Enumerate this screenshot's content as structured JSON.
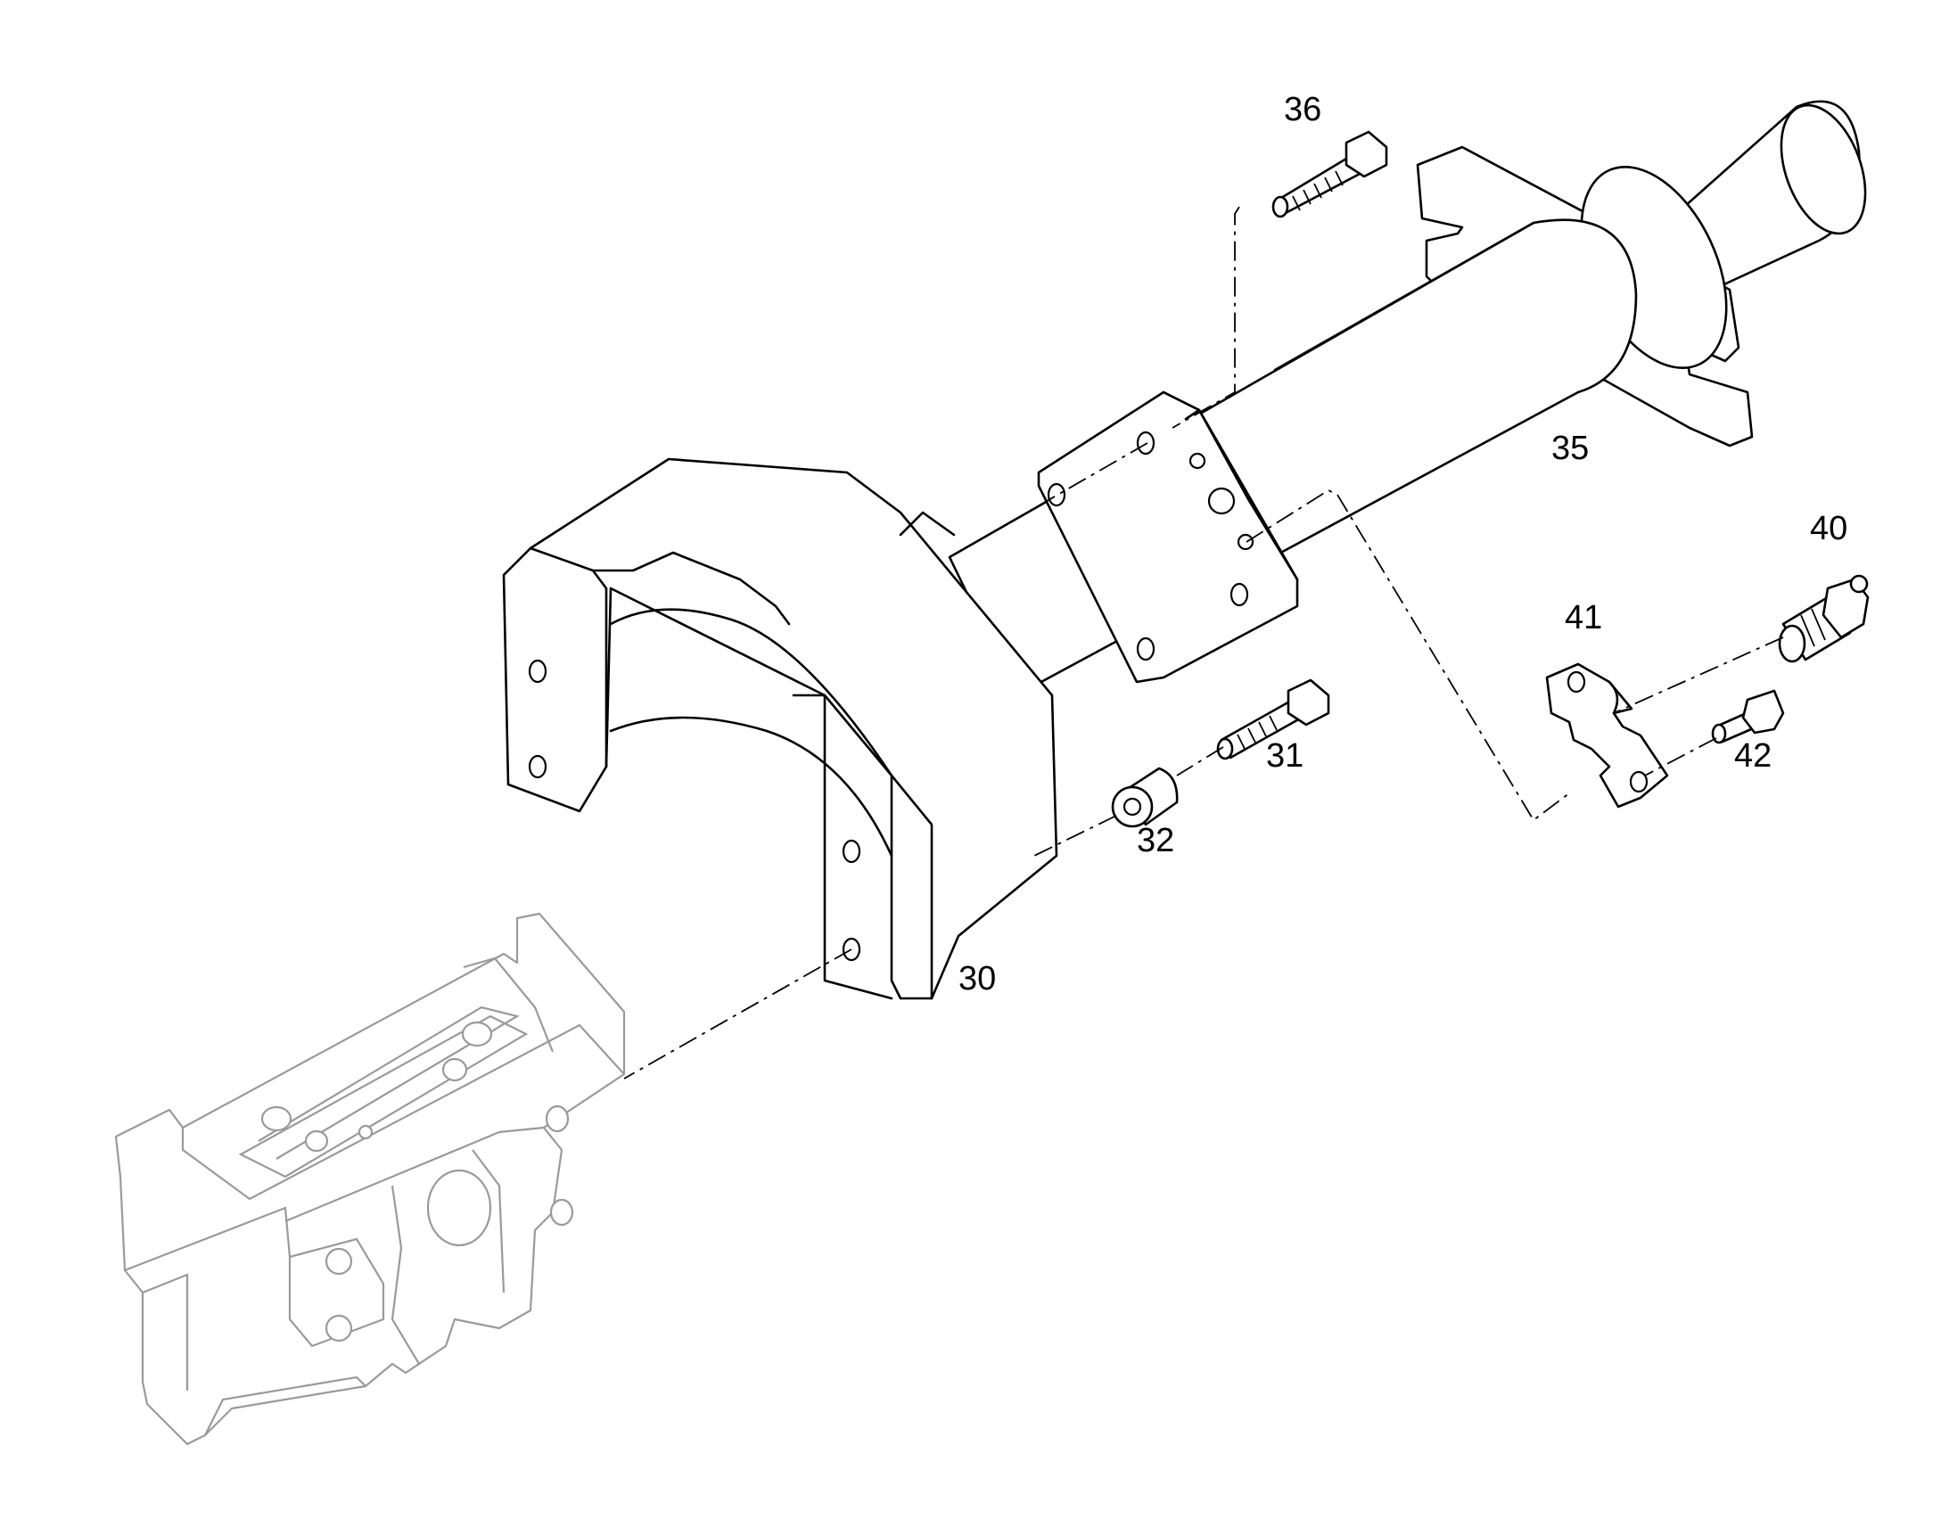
{
  "callouts": {
    "p30": "30",
    "p31": "31",
    "p32": "32",
    "p35": "35",
    "p36": "36",
    "p40": "40",
    "p41": "41",
    "p42": "42"
  },
  "colors": {
    "line": "#000000",
    "ghost": "#9a9a9a",
    "background": "#ffffff"
  }
}
